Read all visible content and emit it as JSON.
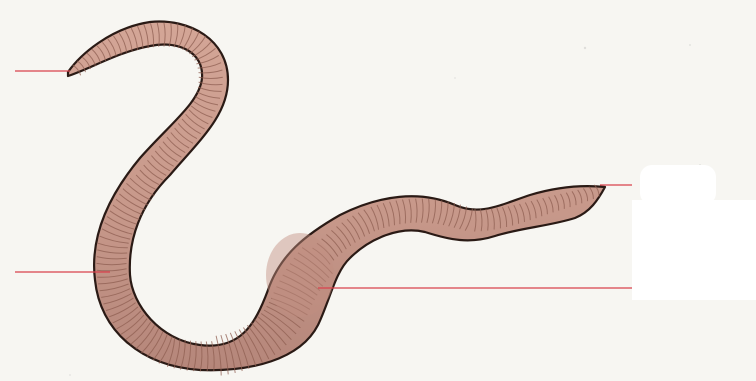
{
  "diagram": {
    "subject": "earthworm",
    "colors": {
      "background": "#f7f6f2",
      "body": "#c99a8b",
      "body_shadow": "#b07f71",
      "segment_lines": "#8f5f52",
      "outline": "#2a1a15",
      "label_lines": "#d9424c",
      "blank_box": "#ffffff"
    },
    "leader_lines": [
      {
        "id": "anterior-end"
      },
      {
        "id": "mid-body"
      },
      {
        "id": "clitellum"
      },
      {
        "id": "posterior-end"
      }
    ],
    "blank_label_boxes": 2
  }
}
